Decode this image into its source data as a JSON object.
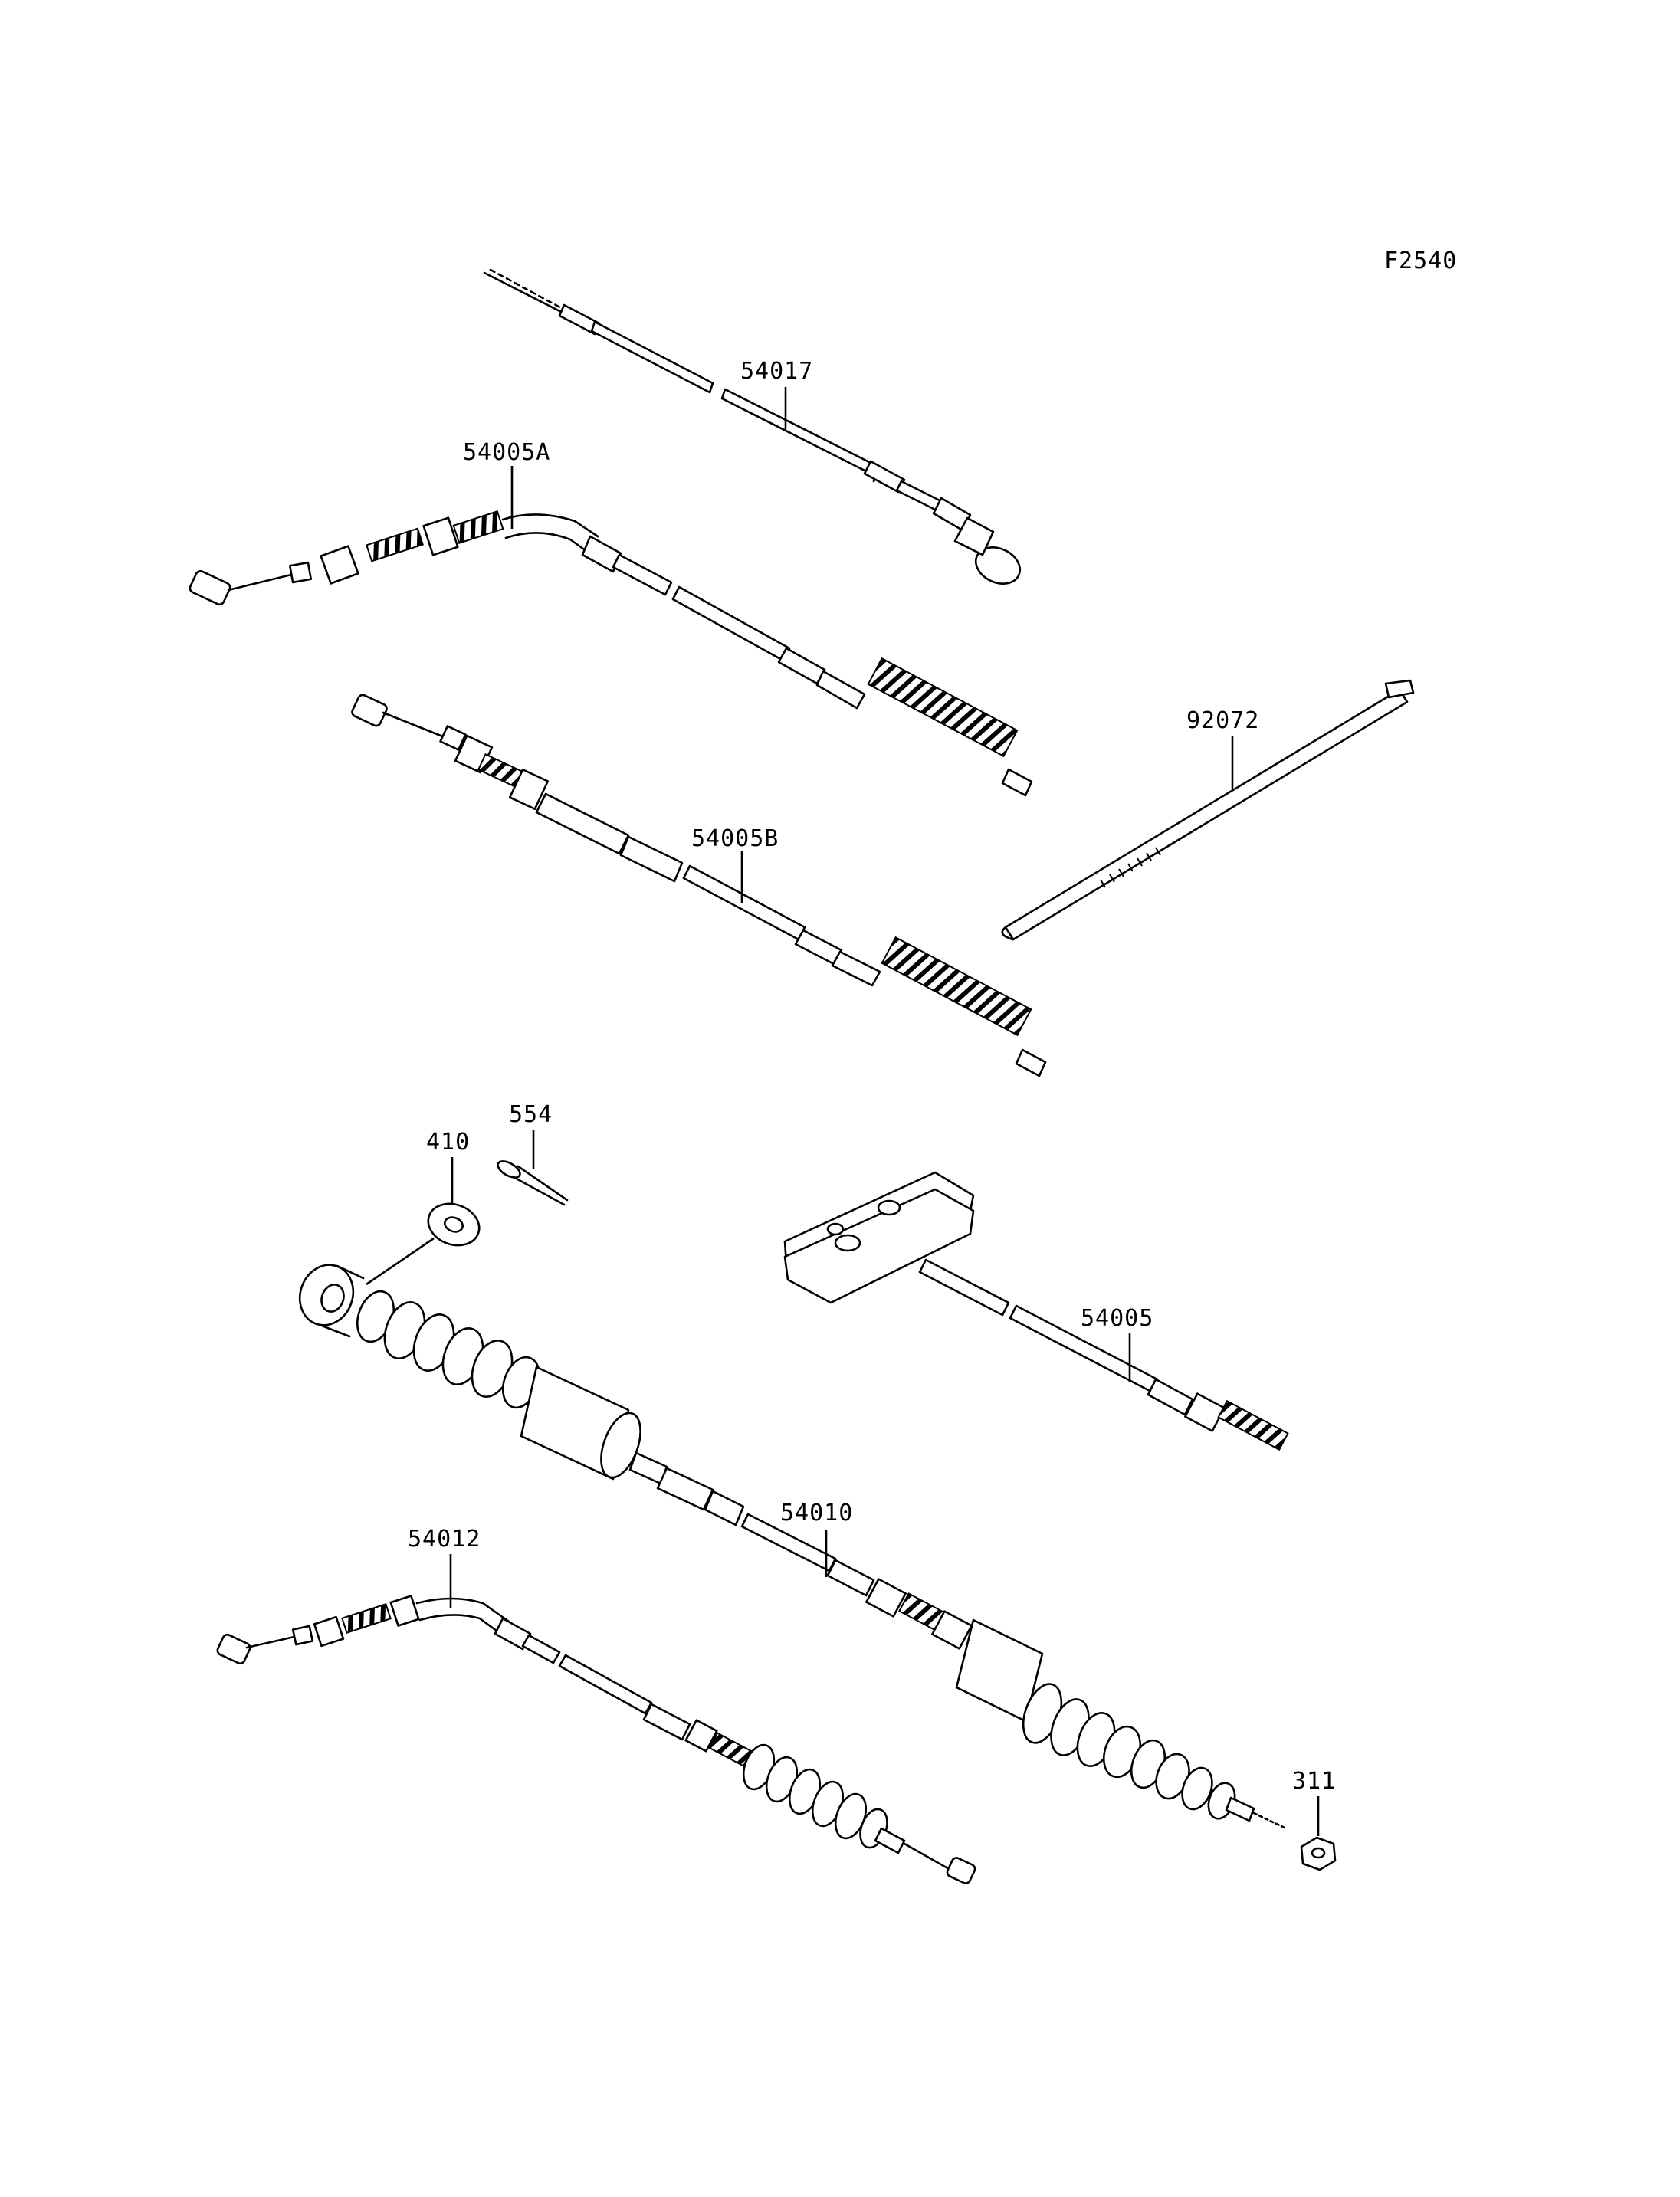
{
  "figure_code": "F2540",
  "callouts": {
    "p54017": "54017",
    "p54005A": "54005A",
    "p54005B": "54005B",
    "p92072": "92072",
    "p554": "554",
    "p410": "410",
    "p54005": "54005",
    "p54010": "54010",
    "p54012": "54012",
    "p311": "311"
  }
}
